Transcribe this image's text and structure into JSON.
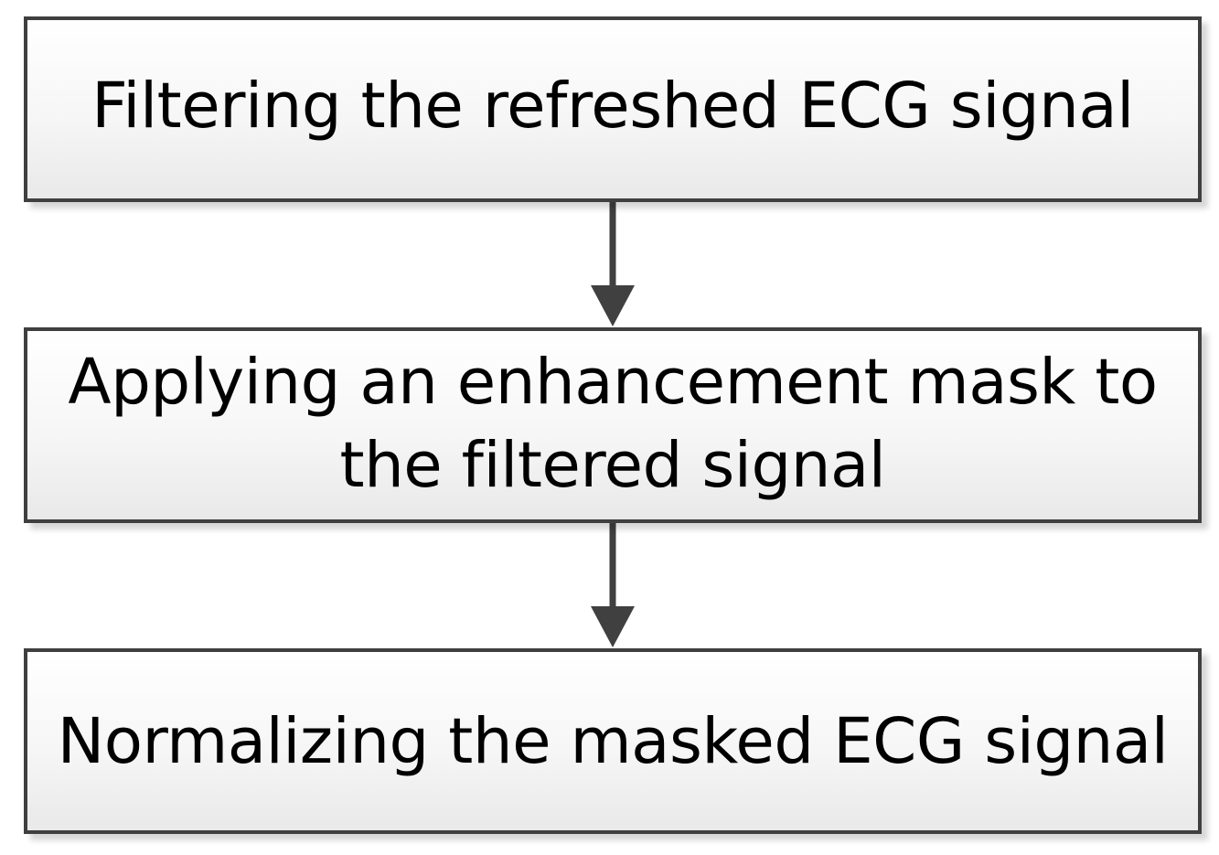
{
  "flowchart": {
    "steps": [
      {
        "label": "Filtering the refreshed  ECG signal"
      },
      {
        "label": "Applying an enhancement mask to\nthe filtered signal"
      },
      {
        "label": "Normalizing the masked ECG signal"
      }
    ]
  }
}
